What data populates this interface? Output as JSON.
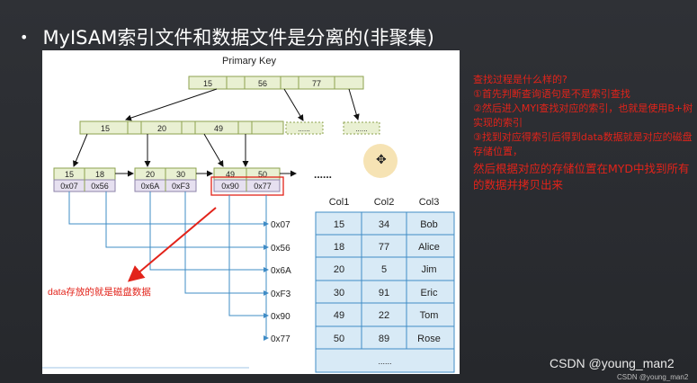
{
  "slide_title": "MyISAM索引文件和数据文件是分离的(非聚集)",
  "diagram": {
    "heading": "Primary Key",
    "root_keys": [
      "15",
      "56",
      "77"
    ],
    "mid_keys": [
      "15",
      "20",
      "49"
    ],
    "placeholder": "......",
    "leaf_groups": [
      {
        "keys": [
          "15",
          "18"
        ],
        "addrs": [
          "0x07",
          "0x56"
        ]
      },
      {
        "keys": [
          "20",
          "30"
        ],
        "addrs": [
          "0x6A",
          "0xF3"
        ]
      },
      {
        "keys": [
          "49",
          "50"
        ],
        "addrs": [
          "0x90",
          "0x77"
        ]
      }
    ],
    "leaf_ellipsis": "......",
    "pointer_labels": [
      "0x07",
      "0x56",
      "0x6A",
      "0xF3",
      "0x90",
      "0x77"
    ],
    "annotation": "data存放的就是磁盘数据"
  },
  "table": {
    "headers": [
      "Col1",
      "Col2",
      "Col3"
    ],
    "rows": [
      [
        "15",
        "34",
        "Bob"
      ],
      [
        "18",
        "77",
        "Alice"
      ],
      [
        "20",
        "5",
        "Jim"
      ],
      [
        "30",
        "91",
        "Eric"
      ],
      [
        "49",
        "22",
        "Tom"
      ],
      [
        "50",
        "89",
        "Rose"
      ]
    ],
    "ellipsis": "......"
  },
  "notes": {
    "lines": [
      "查找过程是什么样的?",
      "①首先判断查询语句是不是索引查找",
      "②然后进入MYI查找对应的索引，也就是使用B+树实现的索引",
      "③找到对应得索引后得到data数据就是对应的磁盘存储位置，"
    ],
    "big_line": "然后根据对应的存储位置在MYD中找到所有的数据并拷贝出来"
  },
  "watermark": {
    "main": "CSDN @young_man2",
    "small": "CSDN @young_man2"
  },
  "colors": {
    "index_node_fill": "#e9f0d2",
    "index_node_border": "#8da24f",
    "leaf_addr_fill": "#e6e0f0",
    "table_fill": "#d8eaf6",
    "table_border": "#3f8cc6",
    "annotation": "#e2231a",
    "pointer_line": "#3f8cc6"
  }
}
